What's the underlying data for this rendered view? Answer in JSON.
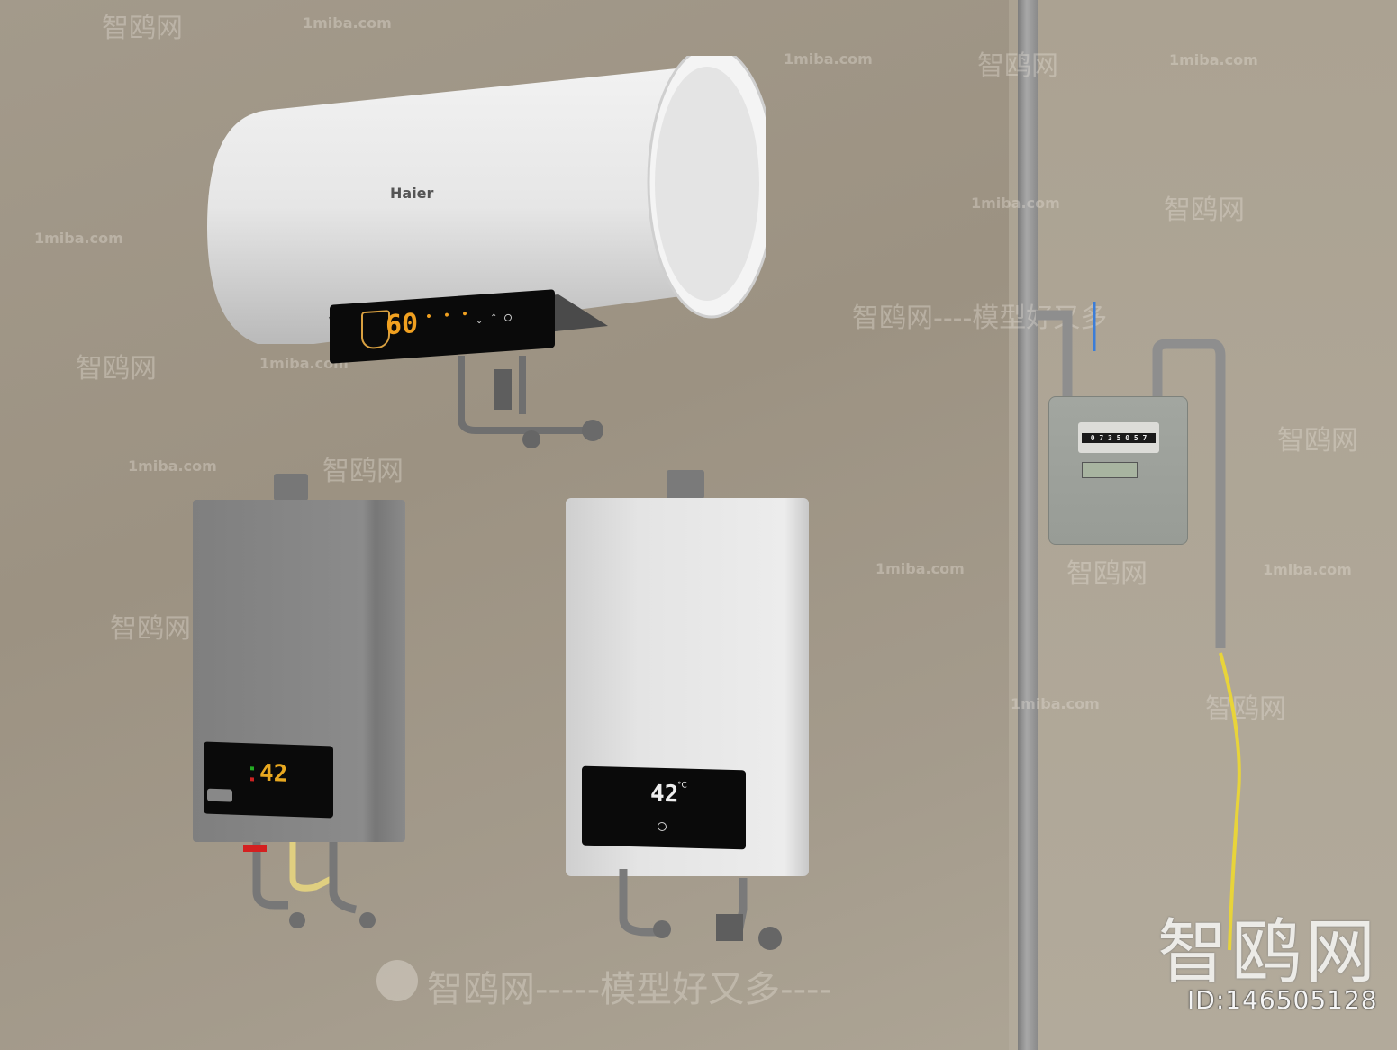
{
  "scene": {
    "water_heater_tank": {
      "brand": "Haier",
      "display_temp": "60"
    },
    "gas_heater_grey": {
      "display_temp": "42"
    },
    "gas_heater_white": {
      "display_temp": "42",
      "unit": "°C"
    },
    "gas_meter": {
      "reading": "0 7 3 5 0 5 7"
    }
  },
  "watermarks": {
    "site_cn": "智鸥网",
    "site_url": "1miba.com",
    "slogan": "智鸥网-----模型好又多----",
    "slogan_short": "智鸥网----模型好又多",
    "logo": "智鸥网",
    "id": "ID:146505128"
  },
  "colors": {
    "wall": "#a39a8b",
    "display_orange": "#f0a020",
    "gas_hose": "#e8d43a",
    "valve_red": "#d42020"
  }
}
